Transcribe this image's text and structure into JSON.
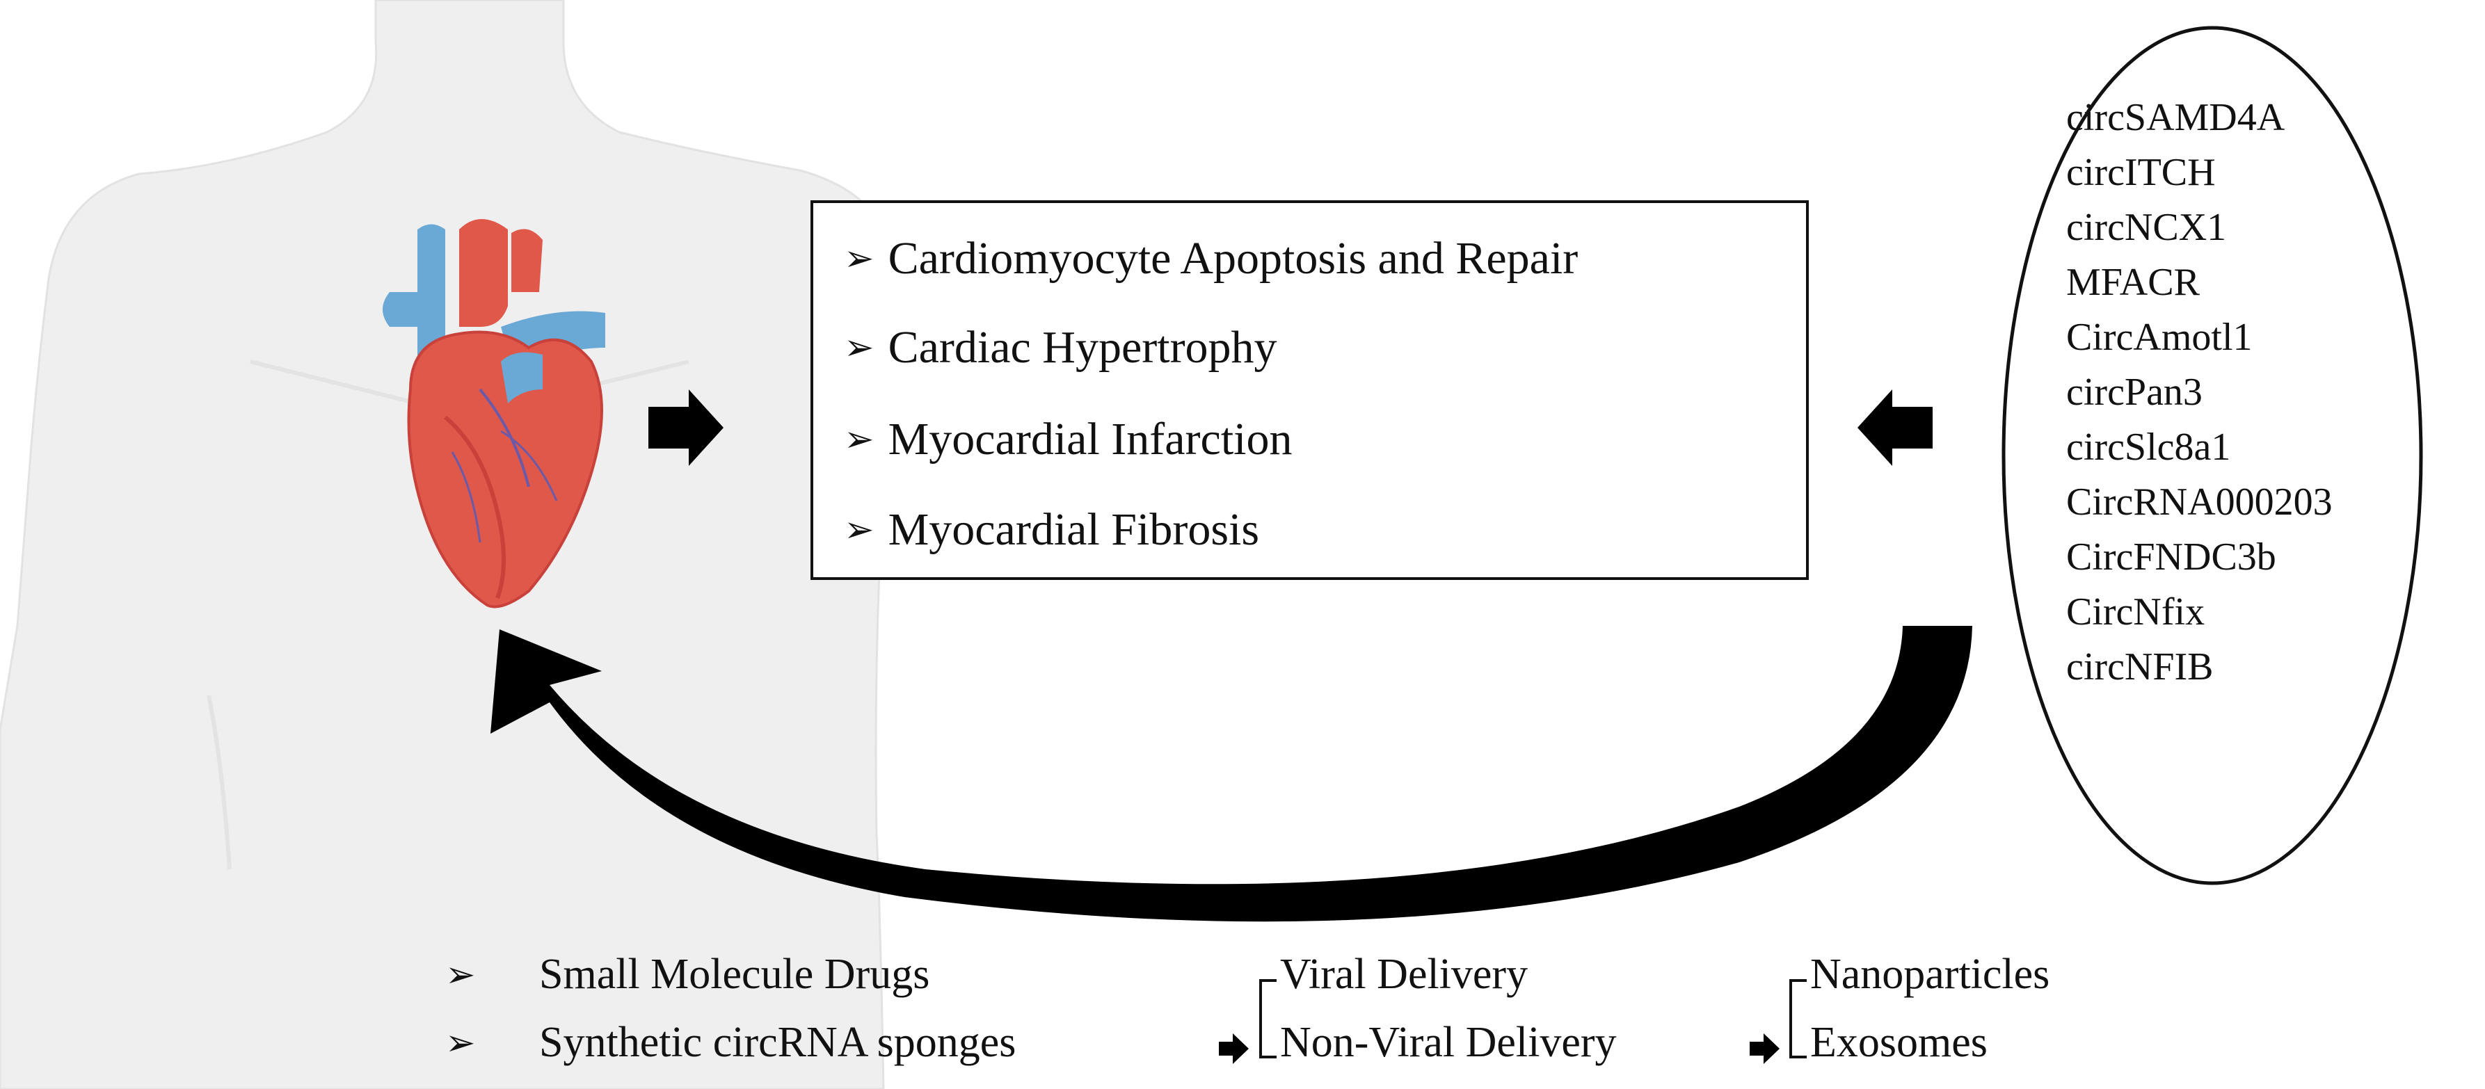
{
  "outcomes": {
    "bullet": "➢",
    "items": [
      "Cardiomyocyte Apoptosis and Repair",
      "Cardiac Hypertrophy",
      "Myocardial Infarction",
      "Myocardial Fibrosis"
    ]
  },
  "circrnas": [
    "circSAMD4A",
    "circITCH",
    "circNCX1",
    "MFACR",
    "CircAmotl1",
    "circPan3",
    "circSlc8a1",
    "CircRNA000203",
    "CircFNDC3b",
    "CircNfix",
    "circNFIB"
  ],
  "therapy": {
    "bullet": "➢",
    "left": [
      "Small Molecule Drugs",
      "Synthetic circRNA sponges"
    ],
    "middle": [
      "Viral Delivery",
      "Non-Viral Delivery"
    ],
    "right": [
      "Nanoparticles",
      "Exosomes"
    ]
  },
  "colors": {
    "body_fill": "#efefef",
    "body_stroke": "#e2e2e2",
    "heart_red": "#e0584a",
    "heart_dark": "#c8413a",
    "vessel_blue": "#6aa9d6",
    "arrow": "#000000"
  }
}
